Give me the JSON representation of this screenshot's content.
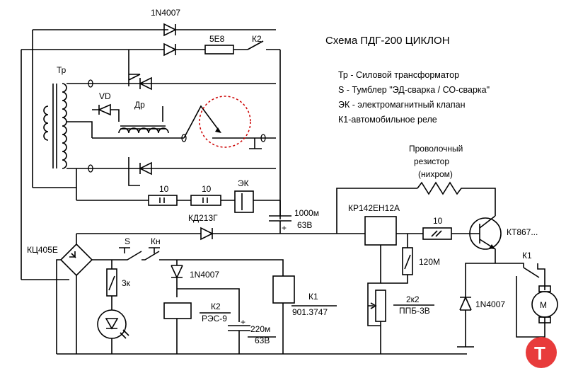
{
  "title": "Схема ПДГ-200 ЦИКЛОН",
  "legend": [
    "Тр - Силовой трансформатор",
    "S - Тумблер \"ЭД-сварка / СО-сварка\"",
    "ЭК - электромагнитный клапан",
    "К1-автомобильное реле"
  ],
  "labels": {
    "d_top1": "1N4007",
    "fuse": "5Е8",
    "k2_top": "К2",
    "tr": "Тр",
    "vd": "VD",
    "dr": "Др",
    "r1": "10",
    "r2": "10",
    "ek": "ЭК",
    "kd": "КД213Г",
    "c1": "1000м",
    "c1v": "63В",
    "kc": "КЦ405Е",
    "s": "S",
    "kn": "Кн",
    "r3": "3к",
    "d2": "1N4007",
    "k2": "К2",
    "k2t": "РЭС-9",
    "c2": "220м",
    "c2v": "63В",
    "k1": "К1",
    "k1t": "901.3747",
    "wire1": "Проволочный",
    "wire2": "резистор",
    "wire3": "(нихром)",
    "reg": "КР142ЕН12А",
    "r4": "10",
    "tr2": "КТ867...",
    "r5": "120М",
    "pot1": "2к2",
    "pot2": "ППБ-3В",
    "d3": "1N4007",
    "k1b": "К1",
    "motor": "М",
    "logo": "Т"
  },
  "colors": {
    "ink": "#000000",
    "highlight": "#cc0000",
    "logo_bg": "#e83b3b",
    "logo_fg": "#ffffff"
  }
}
